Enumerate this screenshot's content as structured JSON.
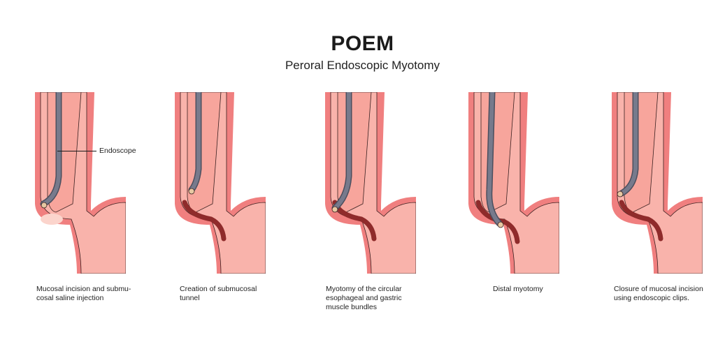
{
  "title": "POEM",
  "subtitle": "Peroral Endoscopic Myotomy",
  "endoscope_label": "Endoscope",
  "steps": [
    {
      "caption": "Mucosal incision and submu-\ncosal saline injection"
    },
    {
      "caption": "Creation of submucosal\ntunnel"
    },
    {
      "caption": "Myotomy of the circular\nesophageal and gastric\nmuscle bundles"
    },
    {
      "caption": "Distal myotomy"
    },
    {
      "caption": "Closure of mucosal incision\nusing endoscopic clips."
    }
  ],
  "colors": {
    "wall_outer": "#f07f7f",
    "wall_inner": "#f9b3ab",
    "submucosa": "#fbd4cc",
    "tunnel": "#8f2b2b",
    "scope": "#777a8c",
    "scope_edge": "#4c4f5e",
    "tip": "#e7c9a3"
  }
}
